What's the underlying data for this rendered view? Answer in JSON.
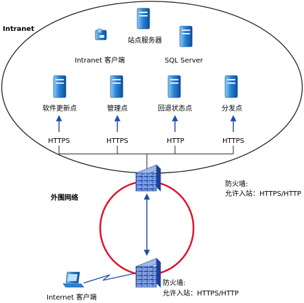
{
  "zones": {
    "intranet": "Intranet",
    "perimeter": "外围网络"
  },
  "servers": {
    "site_server": "站点服务器",
    "sql_server": "SQL Server",
    "intranet_client": "Intranet 客户端",
    "software_update_point": "软件更新点",
    "management_point": "管理点",
    "fallback_status_point": "回退状态点",
    "distribution_point": "分发点"
  },
  "protocols": {
    "sup": "HTTPS",
    "mp": "HTTPS",
    "fsp": "HTTP",
    "dp": "HTTPS"
  },
  "firewalls": {
    "inner": {
      "title": "防火墙:",
      "rule": "允许入站：HTTPS/HTTP"
    },
    "outer": {
      "title": "防火墙:",
      "rule": "允许入站：HTTPS/HTTP"
    }
  },
  "internet_client": "Internet 客户端",
  "colors": {
    "server_blue": "#1f6fc5",
    "server_light": "#9fd3f5",
    "firewall_blue": "#2a55b8",
    "ring_red": "#e0102a",
    "arrow_blue": "#1f4fa8",
    "line": "#222222"
  }
}
